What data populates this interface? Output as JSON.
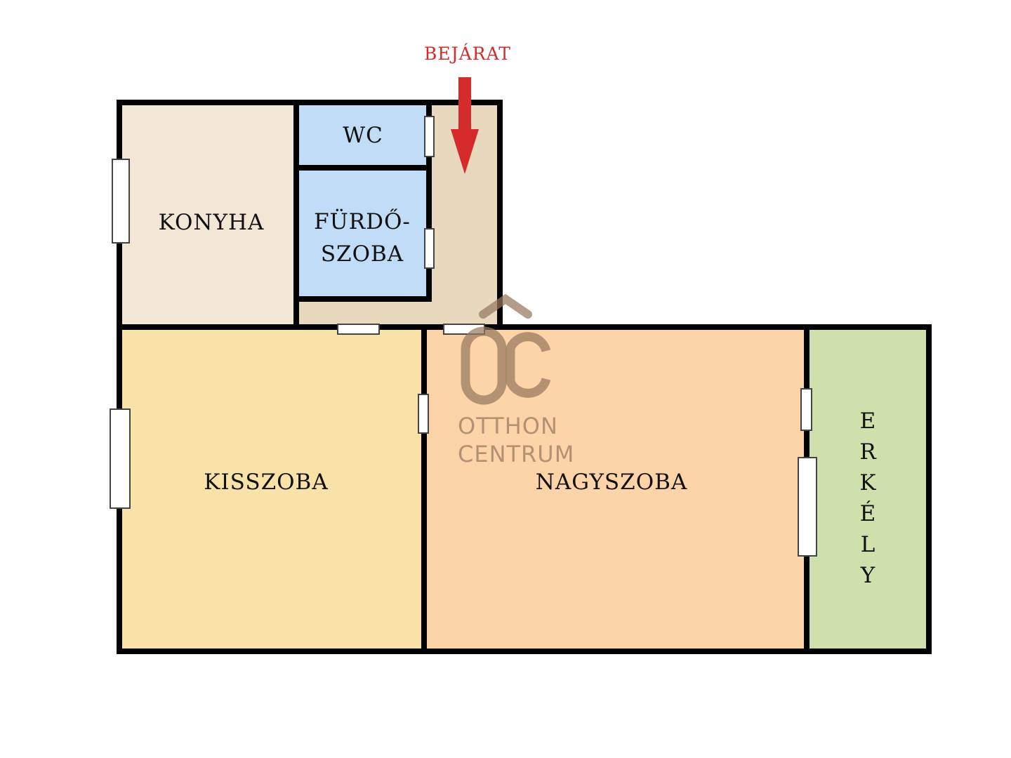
{
  "title": "BEJÁRAT",
  "rooms": {
    "konyha": {
      "label": "KONYHA",
      "color": "#f2e6d5"
    },
    "wc": {
      "label": "WC",
      "color": "#c0dcf7"
    },
    "furdo": {
      "label_line1": "FÜRDŐ-",
      "label_line2": "SZOBA",
      "color": "#c0dcf7"
    },
    "hall": {
      "color": "#e8d8bd"
    },
    "kisszoba": {
      "label": "KISSZOBA",
      "color": "#f8e2a8"
    },
    "nagyszoba": {
      "label": "NAGYSZOBA",
      "color": "#fdd3a8"
    },
    "erkely": {
      "letters": [
        "E",
        "R",
        "K",
        "É",
        "L",
        "Y"
      ],
      "color": "#d0e0ad"
    }
  },
  "entrance": {
    "arrow_color": "#d62b2b"
  },
  "watermark": {
    "logo": "ÔC",
    "line1": "OTTHON",
    "line2": "CENTRUM"
  }
}
